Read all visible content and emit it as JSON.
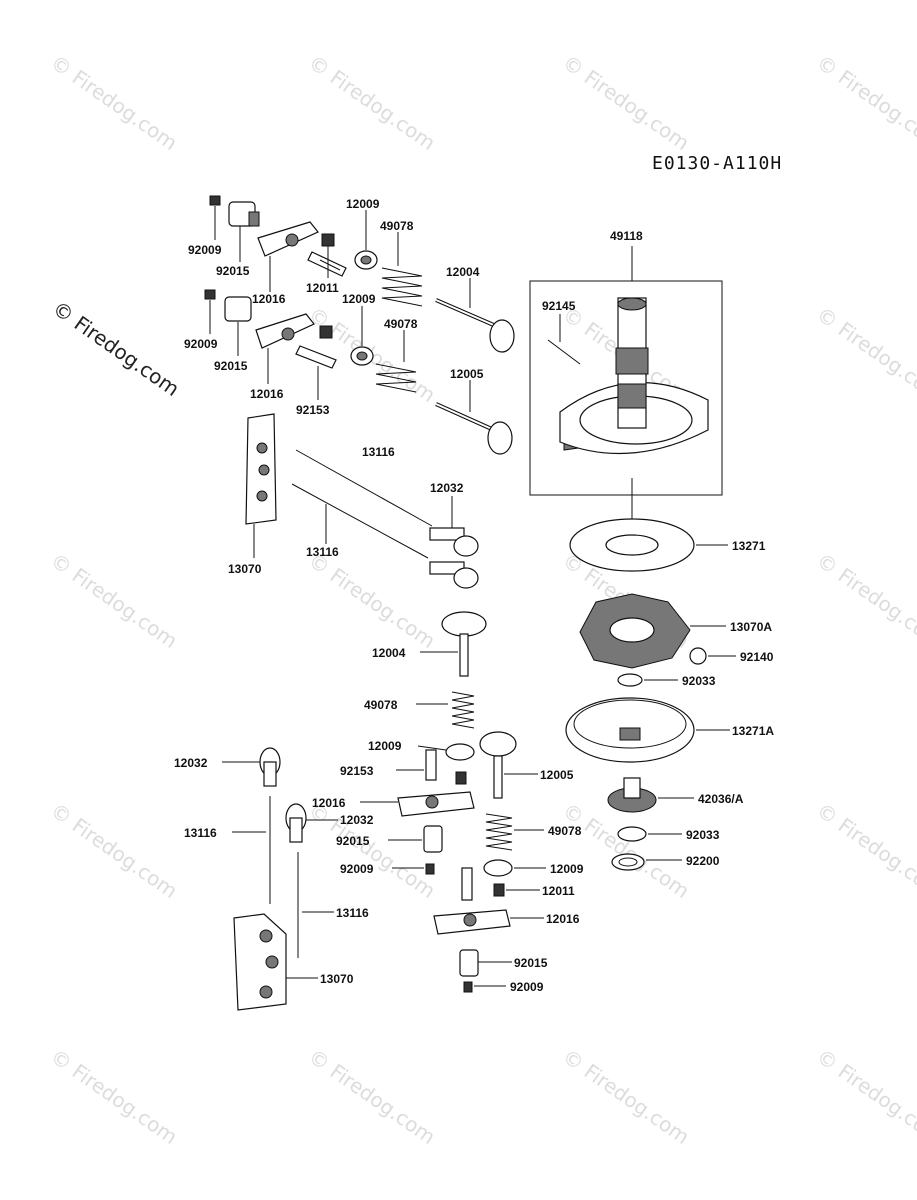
{
  "diagram": {
    "code": "E0130-A110H",
    "watermark": "© Firedog.com",
    "side_watermark": "© Firedog.com"
  },
  "labels": {
    "l92009a": "92009",
    "l92015a": "92015",
    "l12016a": "12016",
    "l12009a": "12009",
    "l49078a": "49078",
    "l12004a": "12004",
    "l12011a": "12011",
    "l12009b": "12009",
    "l49078b": "49078",
    "l92009b": "92009",
    "l92015b": "92015",
    "l12016b": "12016",
    "l92153a": "92153",
    "l12005a": "12005",
    "l13116a": "13116",
    "l12032a": "12032",
    "l13116b": "13116",
    "l13070a": "13070",
    "l49118": "49118",
    "l92145": "92145",
    "l13271": "13271",
    "l13070A": "13070A",
    "l92140": "92140",
    "l92033a": "92033",
    "l13271A": "13271A",
    "l42036": "42036/A",
    "l92033b": "92033",
    "l92200": "92200",
    "l12004b": "12004",
    "l49078c": "49078",
    "l12009c": "12009",
    "l12032b": "12032",
    "l92153b": "92153",
    "l12005b": "12005",
    "l12016c": "12016",
    "l12032c": "12032",
    "l13116c": "13116",
    "l92015c": "92015",
    "l92009c": "92009",
    "l49078d": "49078",
    "l12009d": "12009",
    "l12011b": "12011",
    "l12016d": "12016",
    "l13116d": "13116",
    "l13070b": "13070",
    "l92015d": "92015",
    "l92009d": "92009"
  }
}
